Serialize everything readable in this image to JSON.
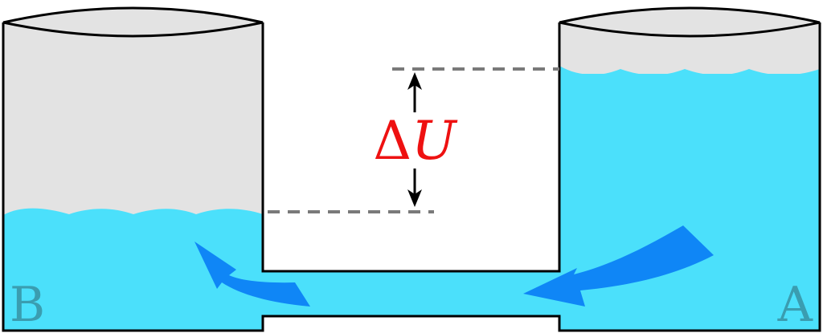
{
  "labels": {
    "left_tank": "B",
    "right_tank": "A",
    "delta_symbol": "Δ",
    "delta_variable": "U"
  },
  "colors": {
    "water": "#4be0fb",
    "tank_empty": "#e3e3e3",
    "outline": "#000000",
    "flow_arrow": "#0f86f6",
    "tank_label": "#3a9db0",
    "delta_label": "#ee1111",
    "dashed_line": "#7a7a7a"
  }
}
